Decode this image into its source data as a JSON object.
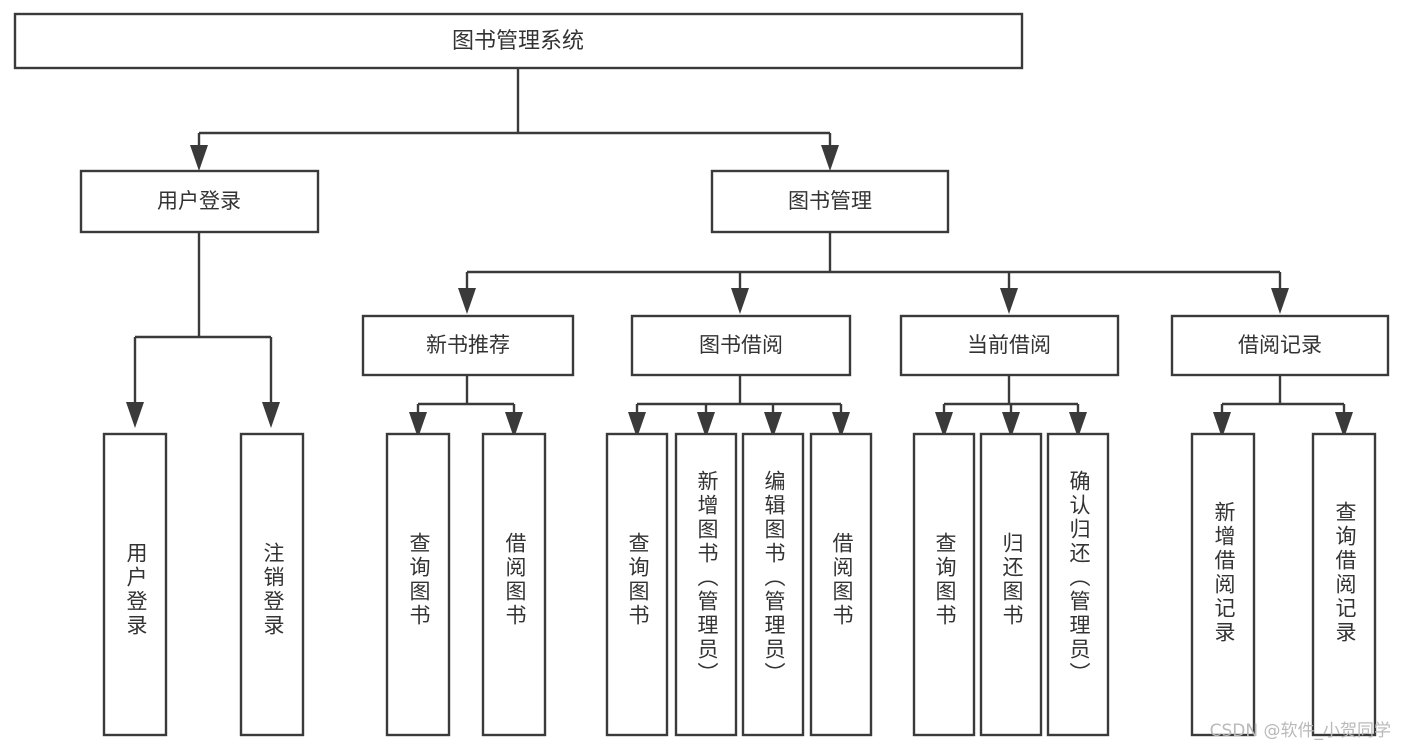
{
  "diagram": {
    "kind": "tree",
    "title": "图书管理系统",
    "watermark": "CSDN @软件_小贺同学",
    "colors": {
      "stroke": "#3a3a3a",
      "box_fill": "#ffffff",
      "text": "#333333",
      "background": "#ffffff",
      "watermark": "#b9b9b9"
    },
    "levels": {
      "root": "图书管理系统",
      "level2": [
        "用户登录",
        "图书管理"
      ],
      "level3": [
        "新书推荐",
        "图书借阅",
        "当前借阅",
        "借阅记录"
      ]
    },
    "nodes": {
      "root": {
        "label": "图书管理系统"
      },
      "user_login": {
        "label": "用户登录"
      },
      "book_manage": {
        "label": "图书管理"
      },
      "new_book_rec": {
        "label": "新书推荐"
      },
      "book_borrow": {
        "label": "图书借阅"
      },
      "current_borrow": {
        "label": "当前借阅"
      },
      "borrow_record": {
        "label": "借阅记录"
      }
    },
    "leaves": {
      "user_login": [
        "用户登录",
        "注销登录"
      ],
      "new_book_rec": [
        "查询图书",
        "借阅图书"
      ],
      "book_borrow": [
        "查询图书",
        "新增图书（管理员）",
        "编辑图书（管理员）",
        "借阅图书"
      ],
      "current_borrow": [
        "查询图书",
        "归还图书",
        "确认归还（管理员）"
      ],
      "borrow_record": [
        "新增借阅记录",
        "查询借阅记录"
      ]
    }
  }
}
